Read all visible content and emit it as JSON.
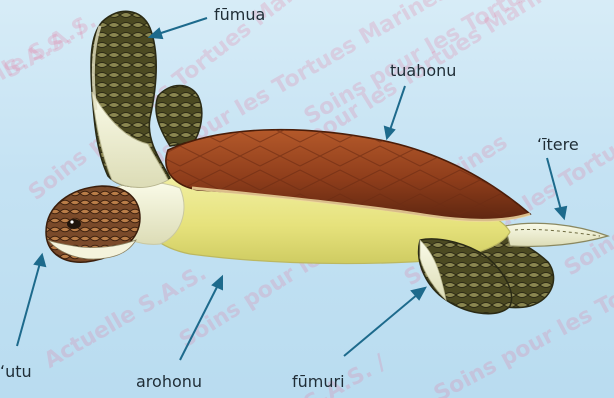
{
  "labels": {
    "fumua": "fūmua",
    "tuahonu": "tuahonu",
    "itere": "ʻītere",
    "utu": "ʻutu",
    "arohonu": "arohonu",
    "fumuri": "fūmuri"
  },
  "watermarks": [
    "Soins pour les Tortues Marines",
    "Soins pour les Tortues Marines",
    "Soins pour les Tortues Marines",
    "Soins pour les Tortues Marines",
    "Soins pour les Tortues Marines",
    "Soins pour les Tortues Marines",
    "Soins pour les Tortues Marines",
    "Soins pour les Tortues Marines",
    "S.A.S. /",
    "S.A.S. /",
    "Actuelle S.A.S.",
    "Actuelle S.A.S."
  ],
  "colors": {
    "background": "#c4e2f3",
    "arrow": "#1d6a8c",
    "carapace": "#8a3f1c",
    "plastron": "#e8e58a",
    "skin": "#f0f0d8",
    "scale": "#4a4a25"
  },
  "icons": {
    "arrow": "arrow-icon",
    "turtle": "sea-turtle-illustration"
  }
}
